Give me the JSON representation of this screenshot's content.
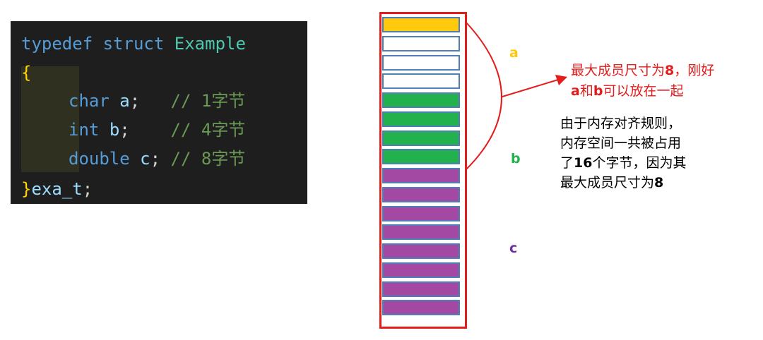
{
  "code": {
    "line1": {
      "kw1": "typedef",
      "kw2": "struct",
      "name": "Example"
    },
    "line2": {
      "brace": "{"
    },
    "line3": {
      "type": "char",
      "var": "a",
      "semi": ";",
      "comment": "// 1字节"
    },
    "line4": {
      "type": "int",
      "var": "b",
      "semi": ";",
      "comment": "// 4字节"
    },
    "line5": {
      "type": "double",
      "var": "c",
      "semi": ";",
      "comment": "// 8字节"
    },
    "line6": {
      "brace": "}",
      "alias": "exa_t",
      "semi": ";"
    }
  },
  "memory": {
    "cells": [
      "a",
      "pad",
      "pad",
      "pad",
      "b",
      "b",
      "b",
      "b",
      "c",
      "c",
      "c",
      "c",
      "c",
      "c",
      "c",
      "c"
    ],
    "colors": {
      "a": "#ffc90e",
      "pad": "#ffffff",
      "b": "#22b14c",
      "c": "#a349a4",
      "cell_border": "#4f7fb8",
      "frame": "#e31c1c"
    }
  },
  "labels": {
    "a": {
      "text": "a",
      "color": "#ffc90e"
    },
    "b": {
      "text": "b",
      "color": "#22b14c"
    },
    "c": {
      "text": "c",
      "color": "#7030a0"
    }
  },
  "callout": {
    "part1": "最大成员尺寸为",
    "num": "8",
    "part2": "，刚好",
    "a": "a",
    "and": "和",
    "b": "b",
    "part3": "可以放在一起"
  },
  "note": {
    "line1": "由于内存对齐规则，",
    "line2": "内存空间一共被占用",
    "line3_pre": "了",
    "line3_num": "16",
    "line3_post": "个字节，因为其",
    "line4_pre": "最大成员尺寸为",
    "line4_num": "8"
  }
}
